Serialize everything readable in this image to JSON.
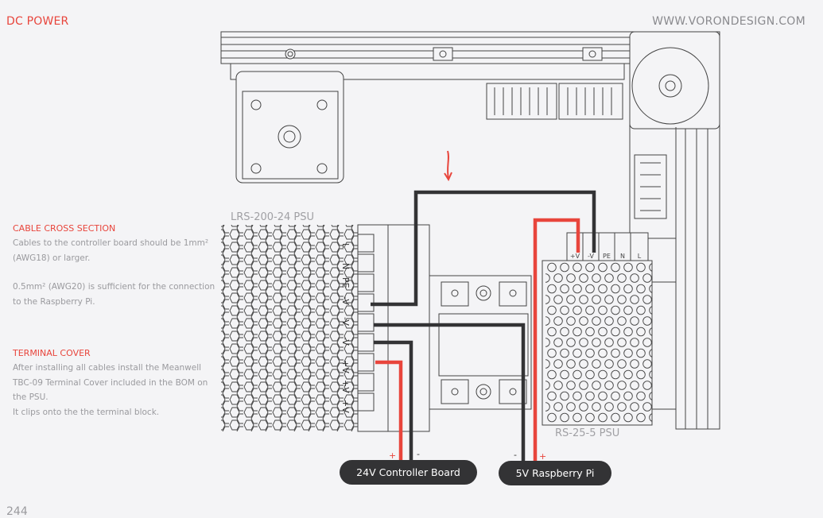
{
  "header": {
    "title": "DC POWER",
    "website": "WWW.VORONDESIGN.COM"
  },
  "sections": [
    {
      "heading": "CABLE CROSS SECTION",
      "paragraphs": [
        "Cables to the controller board should be 1mm² (AWG18) or larger.",
        "0.5mm² (AWG20) is sufficient for the connection to the Raspberry Pi."
      ]
    },
    {
      "heading": "TERMINAL COVER",
      "paragraphs": [
        "After installing all cables install the Meanwell TBC-09 Terminal Cover included in the BOM on the PSU.",
        "It clips onto the the terminal block."
      ]
    }
  ],
  "diagram": {
    "main_psu_label": "LRS-200-24 PSU",
    "main_psu_terminals": [
      "L",
      "N",
      "PE",
      "-V",
      "-V",
      "-V",
      "+V",
      "+V",
      "+V"
    ],
    "small_psu_label": "RS-25-5 PSU",
    "small_psu_terminals": [
      "+V",
      "-V",
      "PE",
      "N",
      "L"
    ],
    "controller_label": "24V Controller Board",
    "pi_label": "5V Raspberry Pi",
    "plus": "+",
    "minus": "-",
    "wire_red": "#e8453c",
    "wire_black": "#333335"
  },
  "footer": {
    "page_number": "244"
  }
}
